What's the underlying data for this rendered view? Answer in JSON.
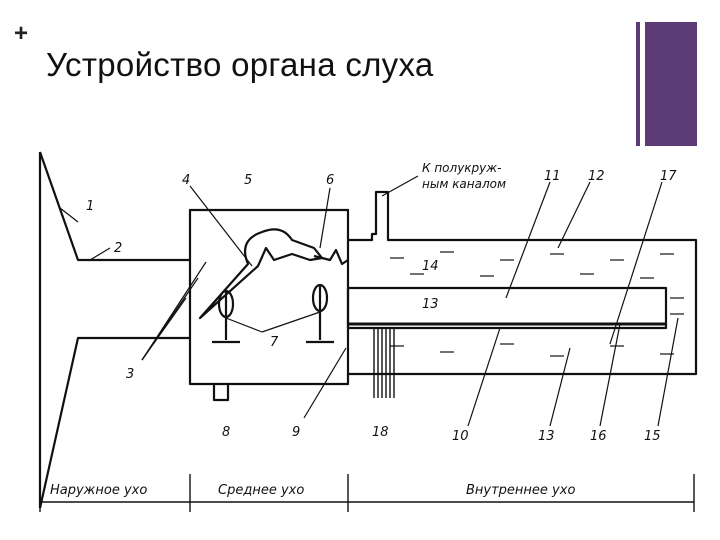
{
  "slide": {
    "plus_sign": "+",
    "title": "Устройство органа слуха"
  },
  "colors": {
    "accent": "#5b3a76",
    "ink": "#111111"
  },
  "diagram": {
    "canal_label": "К полукруж-",
    "canal_label_2": "ным каналом",
    "numbers": {
      "n1": "1",
      "n2": "2",
      "n3": "3",
      "n4": "4",
      "n5": "5",
      "n6": "6",
      "n7": "7",
      "n8": "8",
      "n9": "9",
      "n10": "10",
      "n11": "11",
      "n12": "12",
      "n13a": "13",
      "n13b": "13",
      "n14": "14",
      "n15": "15",
      "n16": "16",
      "n17": "17",
      "n18": "18"
    },
    "sections": {
      "outer": "Наружное ухо",
      "middle": "Среднее ухо",
      "inner": "Внутреннее ухо"
    }
  }
}
